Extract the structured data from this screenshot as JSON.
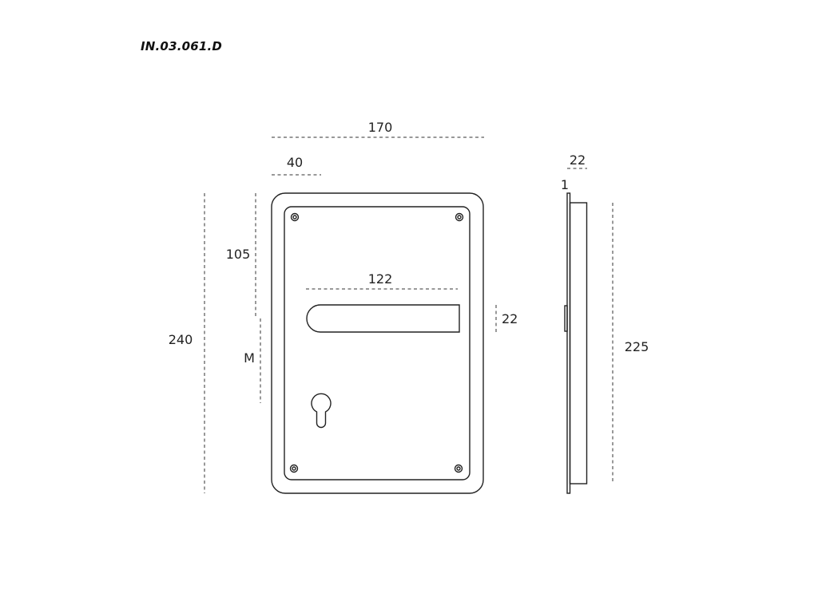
{
  "drawing": {
    "code": "IN.03.061.D",
    "dimensions": {
      "overall_width": "170",
      "offset_left": "40",
      "overall_height": "240",
      "distance_to_handle": "105",
      "handle_length": "122",
      "handle_height": "22",
      "backset_label": "M",
      "side_depth": "22",
      "plate_thickness": "1",
      "side_height": "225"
    }
  }
}
